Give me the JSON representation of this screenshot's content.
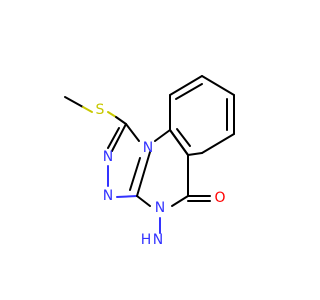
{
  "molecule": {
    "atoms": {
      "s1": "S",
      "n_ring_top": "N",
      "n_left_1": "N",
      "n_left_2": "N",
      "n_bottom": "N",
      "n_amino_h": "H",
      "n_amino_n": "N",
      "o1": "O"
    },
    "colors": {
      "carbon": "#000000",
      "nitrogen": "#3333ff",
      "sulfur": "#c8c800",
      "oxygen": "#ff0000"
    }
  }
}
